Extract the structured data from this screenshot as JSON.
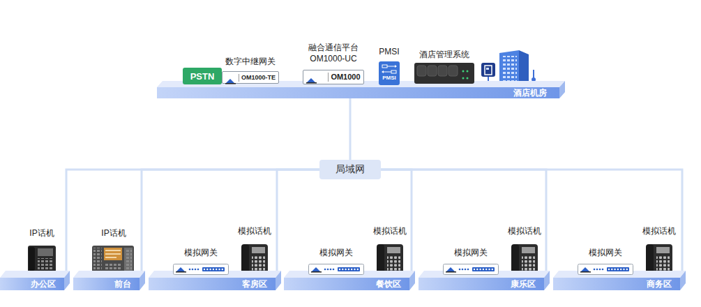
{
  "diagram": {
    "nodes": [
      {
        "text": [
          "酒店机房"
        ]
      },
      {
        "text": [
          "PSTN"
        ],
        "in": 0
      },
      {
        "text": [
          "数字中继网关",
          "OM1000-TE"
        ],
        "in": 0
      },
      {
        "text": [
          "融合通信平台 OM1000-UC",
          "OM1000"
        ],
        "in": 0
      },
      {
        "text": [
          "PMSI",
          "PMSI"
        ],
        "in": 0
      },
      {
        "text": [
          "酒店管理系统"
        ],
        "in": 0
      },
      {
        "text": [
          "局域网"
        ]
      },
      {
        "text": [
          "办公区"
        ]
      },
      {
        "text": [
          "前台"
        ]
      },
      {
        "text": [
          "客房区"
        ]
      },
      {
        "text": [
          "模拟网关"
        ],
        "in": 9
      },
      {
        "text": [
          "餐饮区"
        ]
      },
      {
        "text": [
          "模拟网关"
        ],
        "in": 11
      },
      {
        "text": [
          "康乐区"
        ]
      },
      {
        "text": [
          "模拟网关"
        ],
        "in": 13
      },
      {
        "text": [
          "商务区"
        ]
      },
      {
        "text": [
          "模拟网关"
        ],
        "in": 15
      }
    ],
    "edges": [
      {
        "from": 1,
        "to": 2,
        "arrow": "none"
      },
      {
        "from": 0,
        "to": 6,
        "arrow": "none"
      },
      {
        "from": 6,
        "to": 7,
        "arrow": "none"
      },
      {
        "from": 6,
        "to": 8,
        "arrow": "none"
      },
      {
        "from": 6,
        "to": 9,
        "arrow": "none"
      },
      {
        "from": 6,
        "to": 11,
        "arrow": "none"
      },
      {
        "from": 6,
        "to": 13,
        "arrow": "none"
      },
      {
        "from": 6,
        "to": 15,
        "arrow": "none"
      }
    ],
    "labels": [
      "IP话机",
      "IP话机",
      "模拟话机",
      "模拟话机",
      "模拟话机",
      "模拟话机"
    ]
  }
}
